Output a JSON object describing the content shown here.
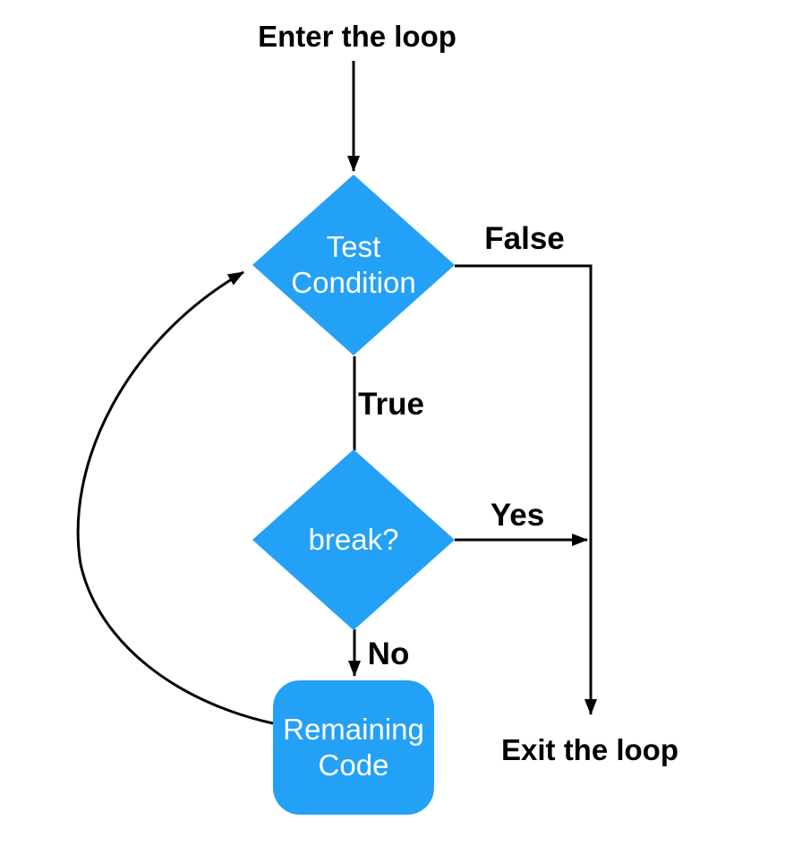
{
  "diagram": {
    "labels": {
      "enter": "Enter the loop",
      "exit": "Exit the loop",
      "false": "False",
      "true": "True",
      "yes": "Yes",
      "no": "No"
    },
    "nodes": {
      "test_condition": "Test\nCondition",
      "break_check": "break?",
      "remaining_code": "Remaining\nCode"
    },
    "colors": {
      "node_fill": "#23A1F6",
      "node_text": "#FFFFFF",
      "line": "#000000",
      "label_text": "#000000",
      "page_bg": "#FFFFFF"
    }
  }
}
